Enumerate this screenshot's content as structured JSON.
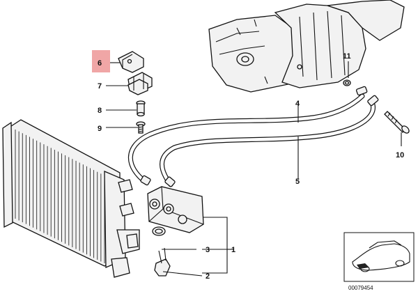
{
  "callouts": {
    "c1": "1",
    "c2": "2",
    "c3": "3",
    "c4": "4",
    "c5": "5",
    "c6": "6",
    "c7": "7",
    "c8": "8",
    "c9": "9",
    "c10": "10",
    "c11": "11"
  },
  "highlight_color": "#f0a6a6",
  "reference_number": "00079454"
}
